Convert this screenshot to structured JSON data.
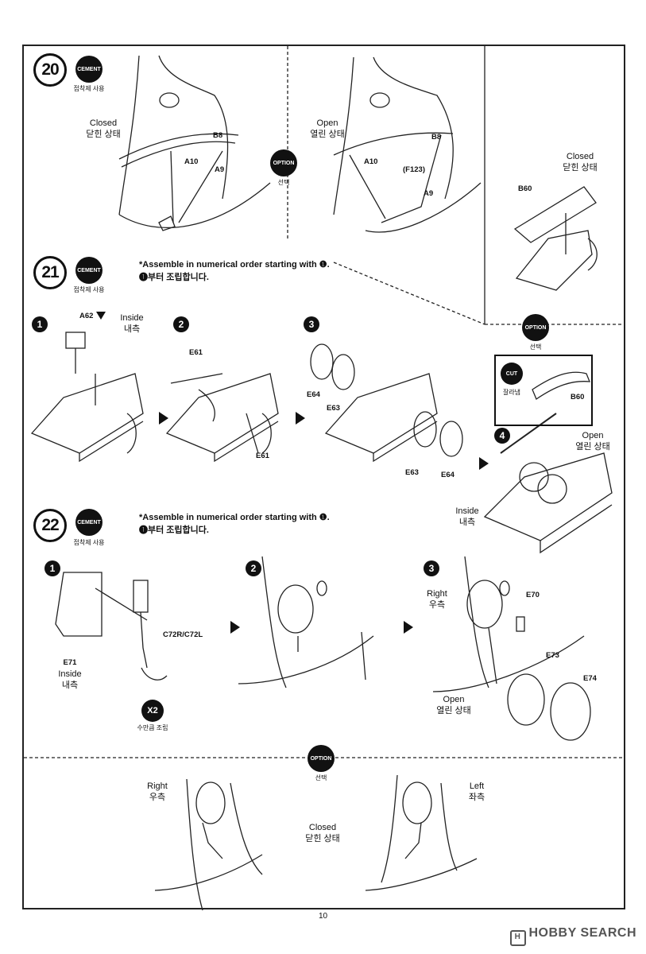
{
  "page_number": "10",
  "watermark": "HOBBY SEARCH",
  "watermark_icon": "hobby-search-logo-icon",
  "common": {
    "cement_label": "CEMENT",
    "cement_note": "접착제 사용",
    "option_label": "OPTION",
    "option_note": "선택",
    "cut_label": "CUT",
    "cut_note": "잘라냄"
  },
  "step20": {
    "number": "20",
    "closed": "Closed",
    "closed_ko": "닫힌 상태",
    "open": "Open",
    "open_ko": "열린 상태",
    "parts_left": [
      "B8",
      "A10",
      "A9"
    ],
    "parts_right": [
      "B8",
      "A10",
      "(F123)",
      "A9"
    ],
    "hatch_closed": "Closed",
    "hatch_closed_ko": "닫힌 상태",
    "hatch_part": "B60"
  },
  "step21": {
    "number": "21",
    "note_en": "*Assemble in numerical order starting with ❶.",
    "note_ko": "❶부터 조립합니다.",
    "sub1": "1",
    "sub2": "2",
    "sub3": "3",
    "sub4": "4",
    "a62": "A62",
    "inside": "Inside",
    "inside_ko": "내측",
    "e61_top": "E61",
    "e61_bottom": "E61",
    "e64_left": "E64",
    "e63_left": "E63",
    "e63_right": "E63",
    "e64_right": "E64",
    "b60": "B60",
    "open": "Open",
    "open_ko": "열린 상태",
    "inside2": "Inside",
    "inside2_ko": "내측"
  },
  "step22": {
    "number": "22",
    "note_en": "*Assemble in numerical order starting with ❶.",
    "note_ko": "❶부터 조립합니다.",
    "sub1": "1",
    "sub2": "2",
    "sub3": "3",
    "c72": "C72R/C72L",
    "e71": "E71",
    "inside": "Inside",
    "inside_ko": "내측",
    "x2": "X2",
    "x2_note": "수만큼 조립",
    "right": "Right",
    "right_ko": "우측",
    "e70": "E70",
    "e73": "E73",
    "e74": "E74",
    "open": "Open",
    "open_ko": "열린 상태"
  },
  "bottom_option": {
    "right": "Right",
    "right_ko": "우측",
    "left": "Left",
    "left_ko": "좌측",
    "closed": "Closed",
    "closed_ko": "닫힌 상태"
  }
}
